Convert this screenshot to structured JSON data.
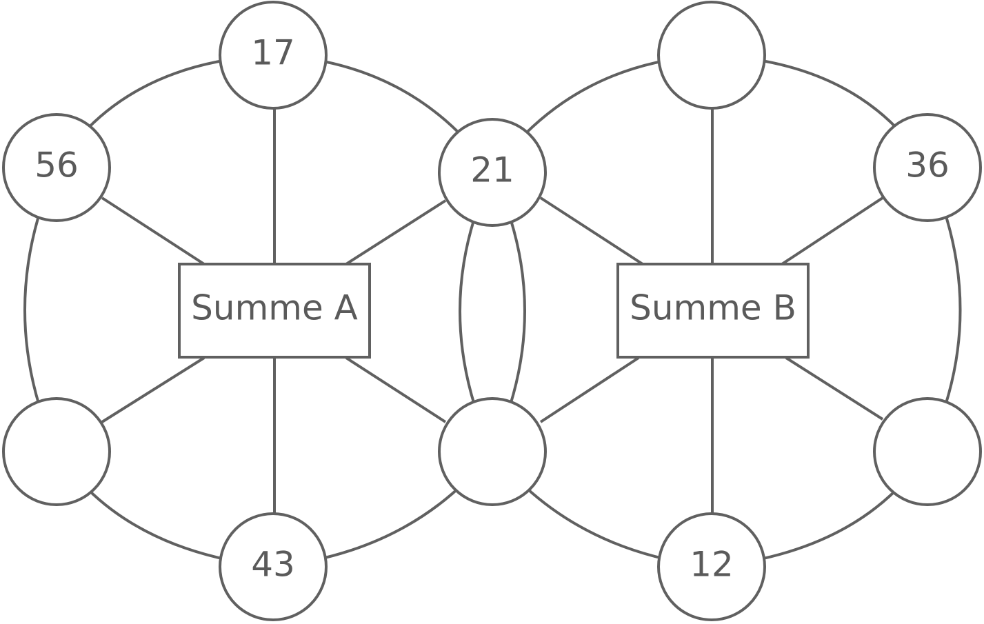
{
  "diagram": {
    "ring_a": {
      "center_label": "Summe A",
      "nodes": {
        "top": "17",
        "upper_left": "56",
        "upper_right": "21",
        "lower_left": "",
        "lower_right": "",
        "bottom": "43"
      }
    },
    "ring_b": {
      "center_label": "Summe B",
      "nodes": {
        "top": "",
        "upper_right": "36",
        "lower_right": "",
        "bottom": "12"
      }
    }
  },
  "colors": {
    "stroke": "#606060",
    "text": "#5a5a5a",
    "background": "#ffffff"
  }
}
